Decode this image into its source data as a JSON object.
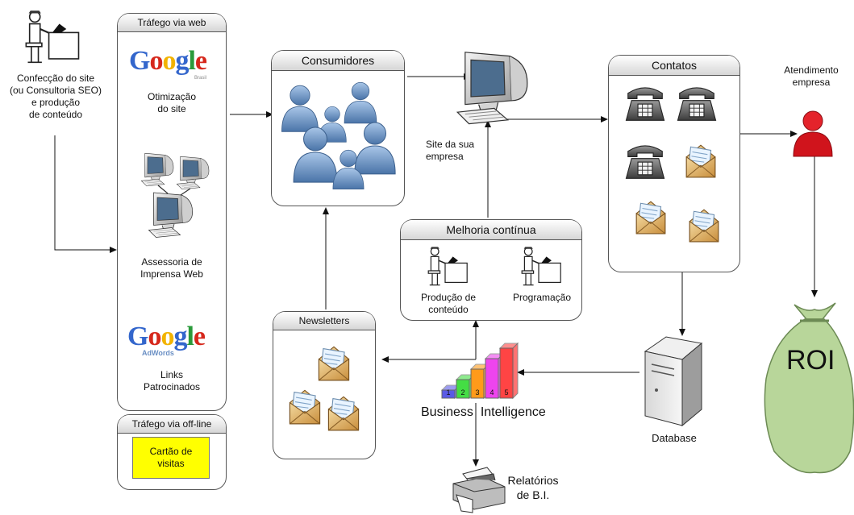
{
  "colors": {
    "google_blue": "#3366cc",
    "google_red": "#d6281c",
    "google_yellow": "#f2b300",
    "google_green": "#2a9a3a",
    "people_blue": "#6b96c8",
    "attendant_red": "#d0141c",
    "money_bag": "#b8d69a",
    "highlight_yellow": "#ffff00"
  },
  "labels": {
    "site_creation": [
      "Confecção do site",
      "(ou Consultoria SEO)",
      "e produção",
      "de conteúdo"
    ],
    "web_box_title": "Tráfego via web",
    "google_brasil_tag": "Brasil",
    "optimization": [
      "Otimização",
      "do site"
    ],
    "press": [
      "Assessoria de",
      "Imprensa Web"
    ],
    "adwords_tag": "AdWords",
    "links": [
      "Links",
      "Patrocinados"
    ],
    "offline_title": "Tráfego via off-line",
    "business_card": [
      "Cartão de",
      "visitas"
    ],
    "consumers_title": "Consumidores",
    "site": [
      "Site da sua",
      "empresa"
    ],
    "improvement_title": "Melhoria contínua",
    "content_production": [
      "Produção de",
      "conteúdo"
    ],
    "programming": "Programação",
    "newsletters_title": "Newsletters",
    "business_intelligence": "Business  Intelligence",
    "reports": [
      "Relatórios",
      "de B.I."
    ],
    "contacts_title": "Contatos",
    "database": "Database",
    "attendance": [
      "Atendimento",
      "empresa"
    ],
    "roi": "ROI",
    "google_word": "Google"
  },
  "bi_steps": [
    "1",
    "2",
    "3",
    "4",
    "5"
  ],
  "bi_step_colors": [
    "#5a5ae6",
    "#44dd44",
    "#ff9a1a",
    "#ee44ee",
    "#ff4444"
  ],
  "icons": [
    "person-at-desk-icon",
    "computer-network-icon",
    "people-group-icon",
    "computer-monitor-icon",
    "telephone-icon",
    "envelope-icon",
    "database-server-icon",
    "printer-icon",
    "bar-chart-icon",
    "attendant-person-icon",
    "money-bag-icon",
    "arrow-icon"
  ]
}
